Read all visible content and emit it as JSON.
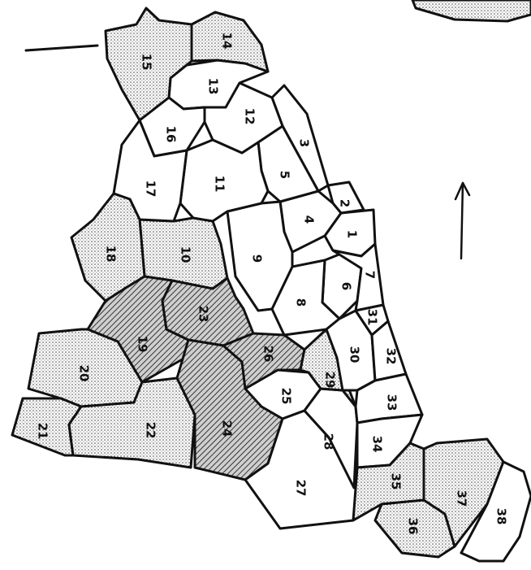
{
  "map": {
    "regions": [
      {
        "label": "1",
        "shade": "plain"
      },
      {
        "label": "2",
        "shade": "plain"
      },
      {
        "label": "3",
        "shade": "plain"
      },
      {
        "label": "4",
        "shade": "plain"
      },
      {
        "label": "5",
        "shade": "plain"
      },
      {
        "label": "6",
        "shade": "plain"
      },
      {
        "label": "7",
        "shade": "plain"
      },
      {
        "label": "8",
        "shade": "plain"
      },
      {
        "label": "9",
        "shade": "plain"
      },
      {
        "label": "10",
        "shade": "light"
      },
      {
        "label": "11",
        "shade": "plain"
      },
      {
        "label": "12",
        "shade": "plain"
      },
      {
        "label": "13",
        "shade": "plain"
      },
      {
        "label": "14",
        "shade": "light"
      },
      {
        "label": "15",
        "shade": "light"
      },
      {
        "label": "16",
        "shade": "plain"
      },
      {
        "label": "17",
        "shade": "plain"
      },
      {
        "label": "18",
        "shade": "light"
      },
      {
        "label": "19",
        "shade": "dark"
      },
      {
        "label": "20",
        "shade": "light"
      },
      {
        "label": "21",
        "shade": "light"
      },
      {
        "label": "22",
        "shade": "light"
      },
      {
        "label": "23",
        "shade": "dark"
      },
      {
        "label": "24",
        "shade": "dark"
      },
      {
        "label": "25",
        "shade": "plain"
      },
      {
        "label": "26",
        "shade": "dark"
      },
      {
        "label": "27",
        "shade": "plain"
      },
      {
        "label": "28",
        "shade": "plain"
      },
      {
        "label": "29",
        "shade": "light"
      },
      {
        "label": "30",
        "shade": "plain"
      },
      {
        "label": "31",
        "shade": "plain"
      },
      {
        "label": "32",
        "shade": "plain"
      },
      {
        "label": "33",
        "shade": "plain"
      },
      {
        "label": "34",
        "shade": "plain"
      },
      {
        "label": "35",
        "shade": "light"
      },
      {
        "label": "36",
        "shade": "light"
      },
      {
        "label": "37",
        "shade": "light"
      },
      {
        "label": "38",
        "shade": "plain"
      }
    ]
  }
}
